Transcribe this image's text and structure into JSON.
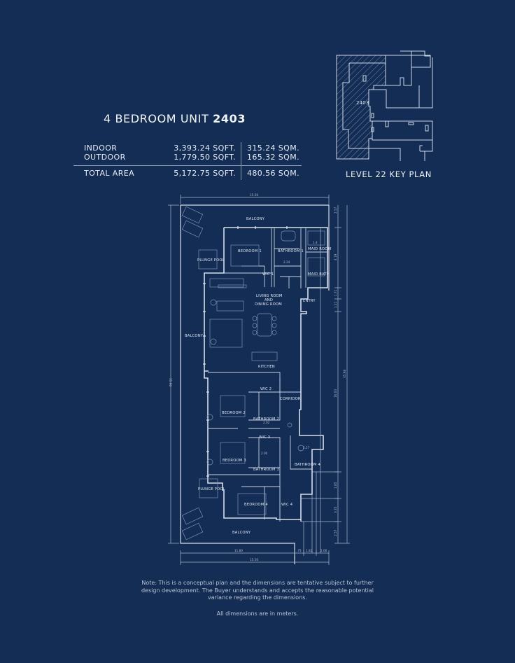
{
  "header": {
    "title_prefix": "4 BEDROOM UNIT ",
    "unit_number": "2403"
  },
  "areas": {
    "rows": [
      {
        "label": "INDOOR",
        "sqft": "3,393.24 SQFT.",
        "sqm": "315.24 SQM."
      },
      {
        "label": "OUTDOOR",
        "sqft": "1,779.50 SQFT.",
        "sqm": "165.32 SQM."
      }
    ],
    "total": {
      "label": "TOTAL AREA",
      "sqft": "5,172.75 SQFT.",
      "sqm": "480.56 SQM."
    }
  },
  "key_plan": {
    "label": "LEVEL 22 KEY PLAN",
    "unit_tag": "2403"
  },
  "floor_plan": {
    "rooms": {
      "balcony_top": "BALCONY",
      "bedroom1": "BEDROOM 1",
      "bathroom1": "BATHROOM 1",
      "maid_room": "MAID ROOM",
      "maid_bath": "MAID BATH",
      "wic1": "WIC 1",
      "plunge_pool_top": "PLUNGE POOL",
      "living_1": "LIVING ROOM",
      "living_2": "AND",
      "living_3": "DINING ROOM",
      "entry": "ENTRY",
      "balcony_side": "BALCONY",
      "kitchen": "KITCHEN",
      "wic2": "WIC 2",
      "corridor": "CORRIDOR",
      "bedroom2": "BEDROOM 2",
      "bathroom2": "BATHROOM 2",
      "wic3": "WIC 3",
      "bedroom3": "BEDROOM 3",
      "bathroom3": "BATHROOM 3",
      "bathroom4": "BATHROOM 4",
      "plunge_pool_bottom": "PLUNGE POOL",
      "bedroom4": "BEDROOM 4",
      "wic4": "WIC 4",
      "balcony_bottom": "BALCONY"
    },
    "dimensions": {
      "top_width": "15.56",
      "bottom_left": "11.80",
      "bottom_a": ".75",
      "bottom_b": "1.82",
      "bottom_c": "1.06",
      "bottom_total": "15.56",
      "left_height": "35.98",
      "right_1": "2.57",
      "right_2": "4.19",
      "right_3": "1.71",
      "right_4": "1.21",
      "right_5": "16.03",
      "right_total": "35.98",
      "right_6": "1.85",
      "right_7": "3.35",
      "right_8": "2.57",
      "bath1_w": "2.24",
      "bath2_w": "2.02",
      "bath3_w": "2.00",
      "bath4_w": "2.27",
      "maid_w": "1.4"
    }
  },
  "notes": {
    "disclaimer": "Note: This is a conceptual plan and the dimensions are tentative subject to further design development. The Buyer understands and accepts the reasonable potential variance regarding the dimensions.",
    "units": "All dimensions are in meters."
  },
  "colors": {
    "background": "#132d55",
    "linework": "#dfe6f1",
    "text": "#e8edf5"
  }
}
